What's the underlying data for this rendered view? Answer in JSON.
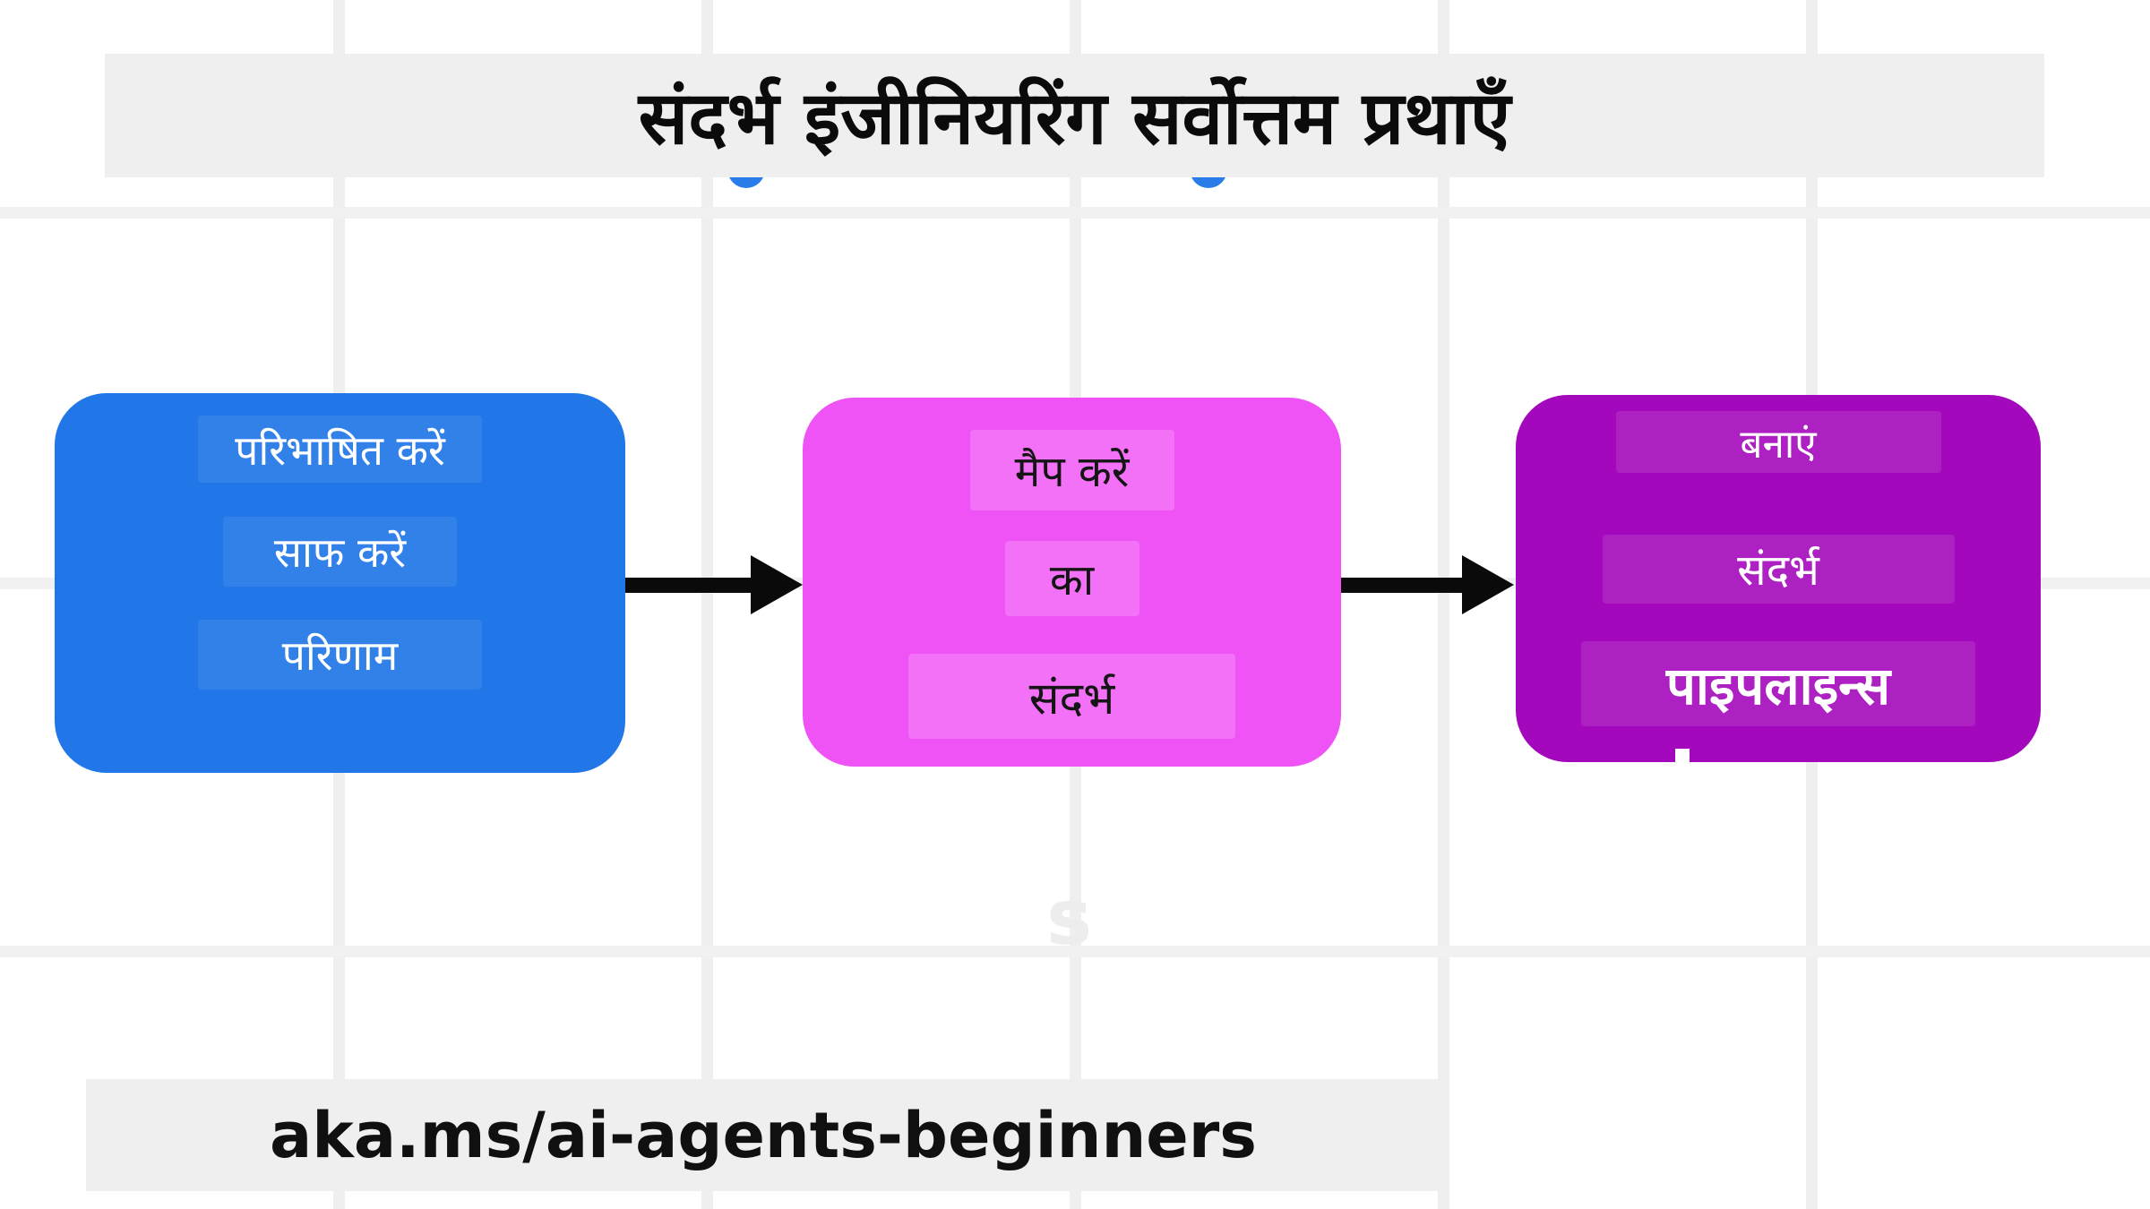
{
  "title_bar": {
    "label": "संदर्भ इंजीनियरिंग सर्वोत्तम प्रथाएँ"
  },
  "footer_bar": {
    "label": "aka.ms/ai-agents-beginners"
  },
  "flow": {
    "boxes": [
      {
        "id": "define",
        "fill": "#2177E8",
        "text_color": "#FFFFFF",
        "lines": [
          "परिभाषित करें",
          "साफ करें",
          "परिणाम"
        ]
      },
      {
        "id": "map",
        "fill": "#EF52F5",
        "text_color": "#151515",
        "lines": [
          "मैप करें",
          "का",
          "संदर्भ"
        ]
      },
      {
        "id": "build",
        "fill": "#A408BD",
        "text_color": "#FFFFFF",
        "lines": [
          "बनाएं",
          "संदर्भ",
          "पाइपलाइन्स"
        ]
      }
    ],
    "arrow_color": "#0A0A0A",
    "arrow_count": 2
  },
  "background": {
    "page": "#FFFFFF",
    "grid_line": "#EFEFEF",
    "panel": "#EFEFEF"
  },
  "artifacts": {
    "ghost_letter": "s",
    "peek_circle_color": "#2A7DE8"
  }
}
